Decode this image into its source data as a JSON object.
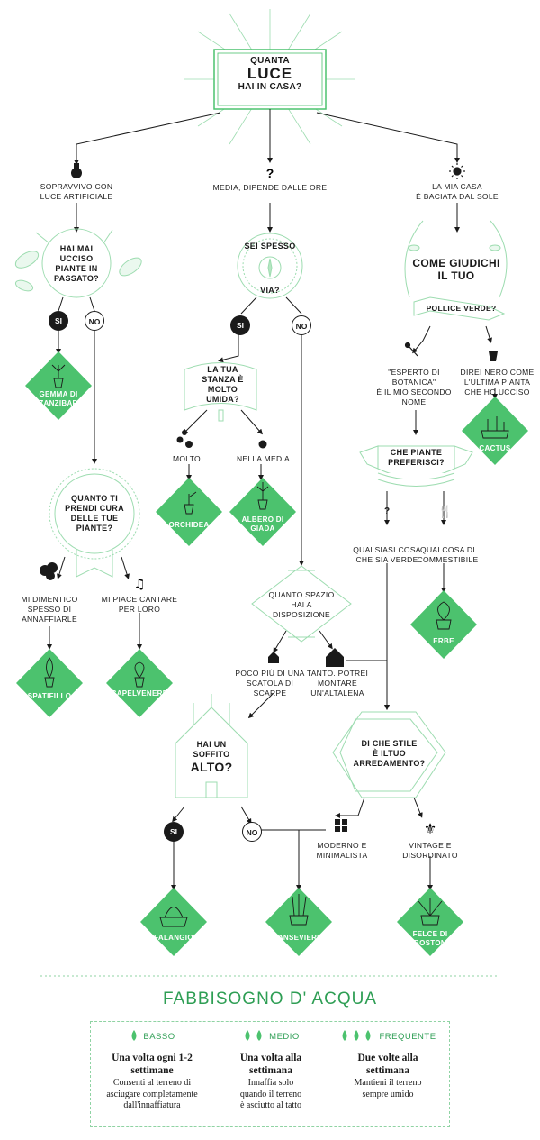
{
  "start": {
    "line1": "QUANTA",
    "line2": "LUCE",
    "line3": "HAI IN CASA?"
  },
  "light": {
    "low": [
      "SOPRAVVIVO CON",
      "LUCE ARTIFICIALE"
    ],
    "medium": [
      "MEDIA, DIPENDE DALLE ORE"
    ],
    "high": [
      "LA MIA CASA",
      "È BACIATA DAL SOLE"
    ]
  },
  "q_killed": [
    "HAI MAI",
    "UCCISO",
    "PIANTE IN",
    "PASSATO?"
  ],
  "yes": "SI",
  "no": "NO",
  "q_care": [
    "QUANTO TI",
    "PRENDI CURA",
    "DELLE TUE",
    "PIANTE?"
  ],
  "care_options": {
    "forget": [
      "MI DIMENTICO",
      "SPESSO DI",
      "ANNAFFIARLE"
    ],
    "sing": [
      "MI PIACE CANTARE",
      "PER LORO"
    ]
  },
  "q_away": {
    "line1": "SEI SPESSO",
    "line2": "VIA?"
  },
  "q_humid": [
    "LA TUA",
    "STANZA È",
    "MOLTO",
    "UMIDA?"
  ],
  "humid_options": {
    "very": "MOLTO",
    "average": "NELLA MEDIA"
  },
  "q_space": [
    "QUANTO SPAZIO",
    "HAI A",
    "DISPOSIZIONE"
  ],
  "space_options": {
    "small": [
      "POCO PIÙ DI UNA",
      "SCATOLA DI",
      "SCARPE"
    ],
    "large": [
      "TANTO. POTREI",
      "MONTARE",
      "UN'ALTALENA"
    ]
  },
  "q_ceiling": {
    "line1": "HAI UN",
    "line2": "SOFFITO",
    "line3": "ALTO?"
  },
  "q_thumb": {
    "line1": "COME GIUDICHI",
    "line2": "IL TUO",
    "line3": "POLLICE VERDE?"
  },
  "thumb_options": {
    "expert": [
      "\"ESPERTO DI",
      "BOTANICA\"",
      "È IL MIO SECONDO",
      "NOME"
    ],
    "black": [
      "DIREI NERO COME",
      "L'ULTIMA PIANTA",
      "CHE HO UCCISO"
    ]
  },
  "q_prefer": [
    "CHE PIANTE",
    "PREFERISCI?"
  ],
  "prefer_options": {
    "green": [
      "QUALSIASI COSA",
      "CHE SIA VERDE"
    ],
    "edible": [
      "QUALCOSA DI",
      "COMMESTIBILE"
    ]
  },
  "q_style": [
    "DI CHE STILE",
    "È ILTUO",
    "ARREDAMENTO?"
  ],
  "style_options": {
    "modern": [
      "MODERNO E",
      "MINIMALISTA"
    ],
    "vintage": [
      "VINTAGE E",
      "DISORDINATO"
    ]
  },
  "plants": {
    "zanzibar": [
      "GEMMA DI",
      "ZANZIBAR"
    ],
    "spatifillo": [
      "SPATIFILLO"
    ],
    "capelvenere": [
      "CAPELVENERE"
    ],
    "orchidea": [
      "ORCHIDEA"
    ],
    "giada": [
      "ALBERO DI",
      "GIADA"
    ],
    "falangio": [
      "FALANGIO"
    ],
    "sansevieria": [
      "SANSEVIERIA"
    ],
    "boston": [
      "FELCE DI",
      "BOSTON"
    ],
    "cactus": [
      "CACTUS"
    ],
    "erbe": [
      "ERBE"
    ]
  },
  "legend": {
    "title": "FABBISOGNO D' ACQUA",
    "items": [
      {
        "label": "BASSO",
        "drops": 1,
        "frequency": [
          "Una volta ogni 1-2",
          "settimane"
        ],
        "desc": [
          "Consenti al terreno di",
          "asciugare completamente",
          "dall'innaffiatura"
        ]
      },
      {
        "label": "MEDIO",
        "drops": 2,
        "frequency": [
          "Una volta alla",
          "settimana"
        ],
        "desc": [
          "Innaffia solo",
          "quando il terreno",
          "è asciutto al tatto"
        ]
      },
      {
        "label": "FREQUENTE",
        "drops": 3,
        "frequency": [
          "Due volte alla",
          "settimana"
        ],
        "desc": [
          "Mantieni il terreno",
          "sempre umido"
        ]
      }
    ]
  },
  "colors": {
    "green": "#4cc26e",
    "line": "#1a1a1a",
    "light_green": "#b7e6c3",
    "dark_green": "#2e9e54"
  }
}
